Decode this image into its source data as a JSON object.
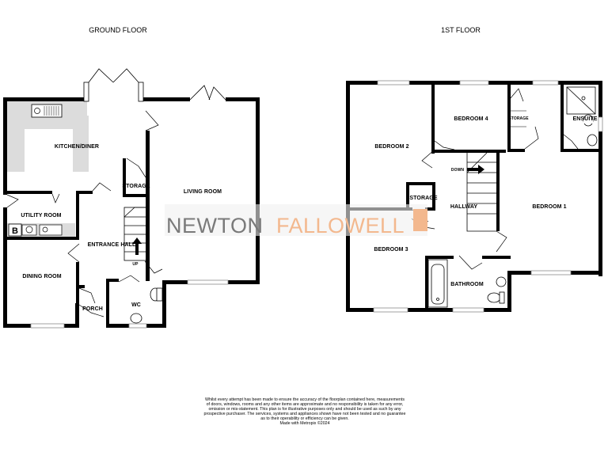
{
  "headings": {
    "ground_floor": "GROUND FLOOR",
    "first_floor": "1ST FLOOR"
  },
  "rooms": {
    "kitchen_diner": "KITCHEN/DINER",
    "utility_room": "UTILITY ROOM",
    "dining_room": "DINING ROOM",
    "entrance_hall": "ENTRANCE HALL",
    "storage_ground": "STORAGE",
    "living_room": "LIVING ROOM",
    "porch": "PORCH",
    "wc": "WC",
    "up": "UP",
    "boiler": "B",
    "bedroom_2": "BEDROOM 2",
    "bedroom_4": "BEDROOM 4",
    "storage_upper": "STORAGE",
    "ensuite": "ENSUITE",
    "down": "DOWN",
    "storage_landing": "STORAGE",
    "hallway": "HALLWAY",
    "bedroom_1": "BEDROOM 1",
    "bedroom_3": "BEDROOM 3",
    "bathroom": "BATHROOM"
  },
  "watermark": {
    "part1": "NEWTON",
    "part2": "FALLOWELL",
    "color1": "#7a7a7a",
    "color2": "#f3b88e"
  },
  "colors": {
    "wall": "#000000",
    "kitchen_floor": "#dcdcdc",
    "window": "#9a9a9a"
  },
  "disclaimer": {
    "line1": "Whilst every attempt has been made to ensure the accuracy of the floorplan contained here, measurements",
    "line2": "of doors, windows, rooms and any other items are approximate and no responsibility is taken for any error,",
    "line3": "omission or mis-statement. This plan is for illustrative purposes only and should be used as such by any",
    "line4": "prospective purchaser. The services, systems and appliances shown have not been tested and no guarantee",
    "line5": "as to their operability or efficiency can be given.",
    "line6": "Made with Metropix ©2024"
  }
}
